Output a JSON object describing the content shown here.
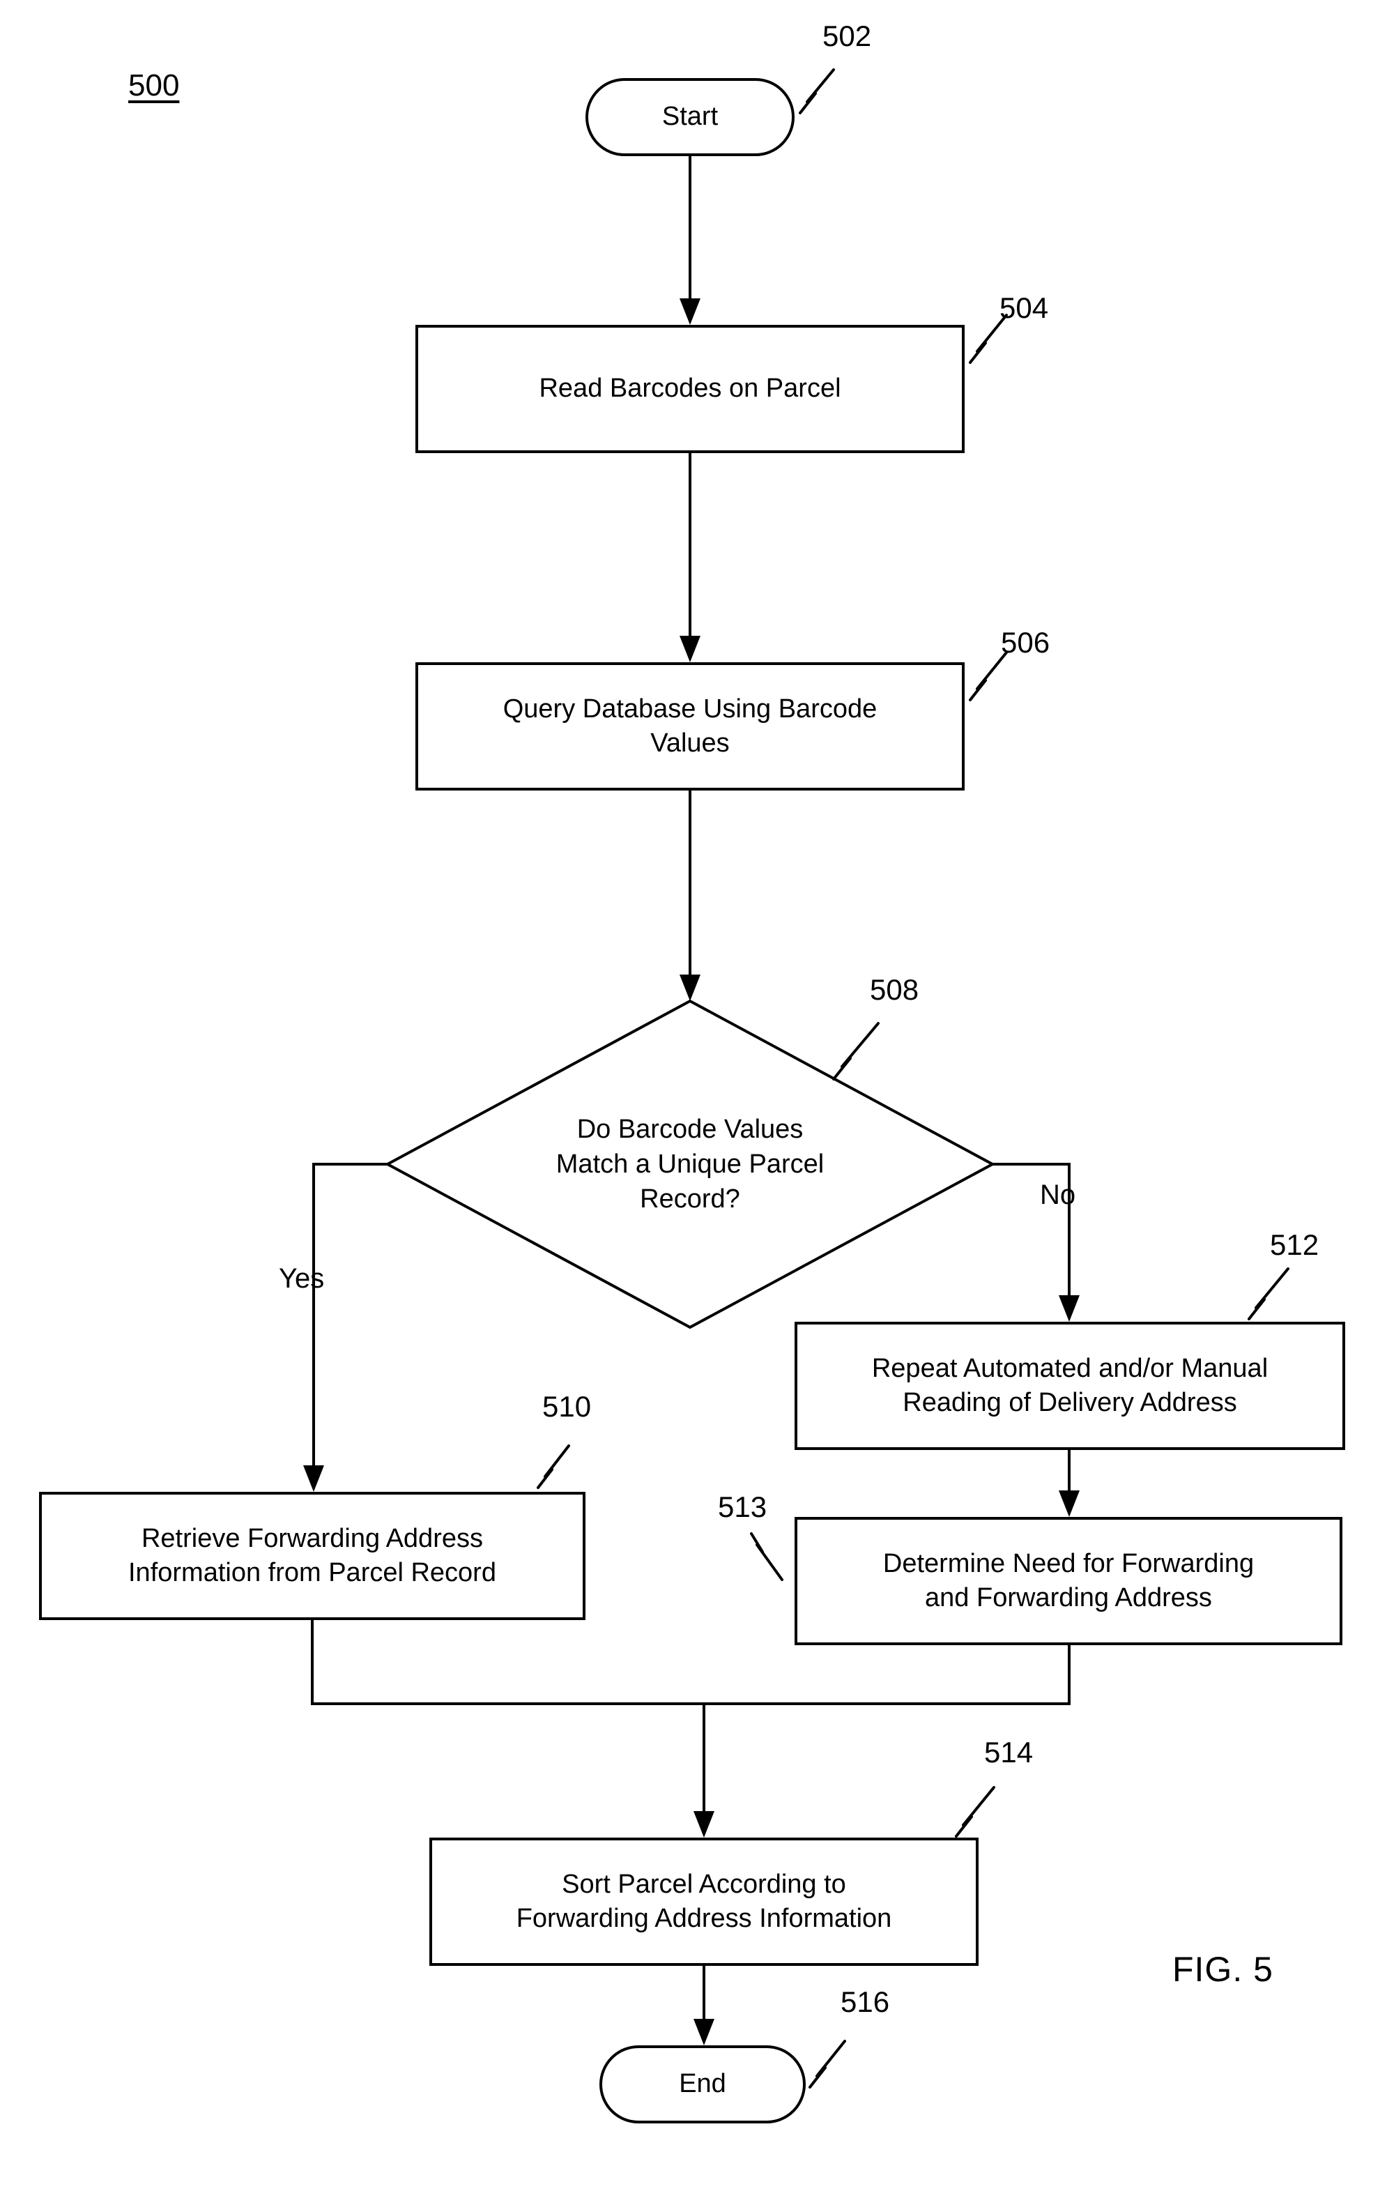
{
  "figure": {
    "diagram_number": "500",
    "caption": "FIG. 5"
  },
  "colors": {
    "ink": "#000000",
    "background": "#ffffff"
  },
  "edge_labels": {
    "yes": "Yes",
    "no": "No"
  },
  "nodes": {
    "start": {
      "label": "Start",
      "ref": "502"
    },
    "read": {
      "label": "Read Barcodes on Parcel",
      "ref": "504"
    },
    "query": {
      "label": [
        "Query Database Using Barcode",
        "Values"
      ],
      "ref": "506"
    },
    "decision": {
      "label": [
        "Do Barcode Values",
        "Match a Unique Parcel",
        "Record?"
      ],
      "ref": "508"
    },
    "retrieve": {
      "label": [
        "Retrieve Forwarding Address",
        "Information from Parcel Record"
      ],
      "ref": "510"
    },
    "repeat": {
      "label": [
        "Repeat Automated and/or Manual",
        "Reading of Delivery Address"
      ],
      "ref": "512"
    },
    "determine": {
      "label": [
        "Determine Need for Forwarding",
        "and Forwarding Address"
      ],
      "ref": "513"
    },
    "sort": {
      "label": [
        "Sort Parcel According to",
        "Forwarding Address Information"
      ],
      "ref": "514"
    },
    "end": {
      "label": "End",
      "ref": "516"
    }
  }
}
